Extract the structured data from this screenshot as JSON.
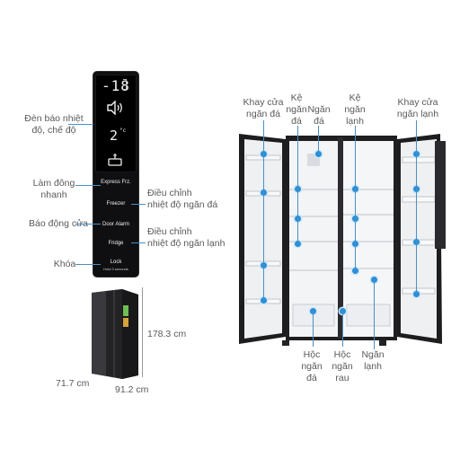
{
  "left_labels": {
    "den_bao": "Đèn báo nhiệt\nđộ, chế độ",
    "lam_dong": "Làm đông\nnhanh",
    "bao_dong": "Báo động cửa",
    "khoa": "Khóa",
    "dieu_chinh_da": "Điều chỉnh\nnhiệt độ ngăn đá",
    "dieu_chinh_lanh": "Điều chỉnh\nnhiệt độ ngăn lạnh"
  },
  "panel": {
    "display_temp1": "-18",
    "display_temp2": "2",
    "display_unit": "°c",
    "btn_express": "Express Frz.",
    "btn_freezer": "Freezer",
    "btn_door_alarm": "Door Alarm",
    "btn_fridge": "Fridge",
    "btn_lock": "Lock",
    "btn_lock_sub": "Hold 3 seconds"
  },
  "dimensions": {
    "height": "178.3 cm",
    "depth": "71.7 cm",
    "width": "91.2 cm"
  },
  "fridge_labels": {
    "khay_cua_da": "Khay cửa\nngăn đá",
    "ke_ngan_da": "Kệ\nngăn\nđá",
    "ngan_da": "Ngăn\nđá",
    "ke_ngan_lanh": "Kệ\nngăn\nlạnh",
    "khay_cua_lanh": "Khay cửa\nngăn lạnh",
    "hoc_ngan_da": "Hộc\nngăn\nđá",
    "hoc_ngan_rau": "Hộc\nngăn\nrau",
    "ngan_lanh": "Ngăn\nlạnh"
  },
  "colors": {
    "accent_blue": "#2b8fd6",
    "fridge_body": "#1c1c1f",
    "interior": "#f2f3f5"
  }
}
